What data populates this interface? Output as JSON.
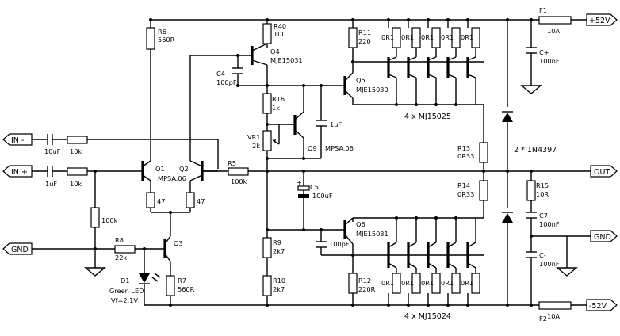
{
  "rails": {
    "pos": "+52V",
    "neg": "-52V"
  },
  "io": {
    "in_minus": "IN -",
    "in_plus": "IN +",
    "gnd_left": "GND",
    "out": "OUT",
    "gnd_right": "GND"
  },
  "parts": {
    "r6": {
      "ref": "R6",
      "val": "560R"
    },
    "r40": {
      "ref": "R40",
      "val": "100"
    },
    "q4": {
      "ref": "Q4",
      "val": "MJE15031"
    },
    "c4": {
      "ref": "C4",
      "val": "100pF"
    },
    "r16": {
      "ref": "R16",
      "val": "1k"
    },
    "vr1": {
      "ref": "VR1",
      "val": "2k"
    },
    "q9": {
      "ref": "Q9",
      "val": "MPSA.06"
    },
    "c9": {
      "val": "1uF"
    },
    "r11": {
      "ref": "R11",
      "val": "220"
    },
    "q5": {
      "ref": "Q5",
      "val": "MJE15030"
    },
    "f1": {
      "ref": "F1",
      "val": "10A"
    },
    "cpos": {
      "ref": "C+",
      "val": "100nF"
    },
    "out_upper": {
      "label": "4 x MJ15025"
    },
    "out_lower": {
      "label": "4 x MJ15024"
    },
    "emitter": {
      "val": "0R1"
    },
    "r13": {
      "ref": "R13",
      "val": "0R33"
    },
    "r14": {
      "ref": "R14",
      "val": "0R33"
    },
    "diodes": {
      "label": "2 * 1N4397"
    },
    "cin1": {
      "val": "10uF"
    },
    "rin1": {
      "val": "10k"
    },
    "cin2": {
      "val": "1uF"
    },
    "rin2": {
      "val": "10k"
    },
    "q1": {
      "ref": "Q1"
    },
    "q2": {
      "ref": "Q2"
    },
    "qpair": {
      "val": "MPSA.06"
    },
    "r_e1": {
      "val": "47"
    },
    "r_e2": {
      "val": "47"
    },
    "r5": {
      "ref": "R5",
      "val": "100k"
    },
    "c5": {
      "ref": "C5",
      "val": "100uF"
    },
    "r15": {
      "ref": "R15",
      "val": "10R"
    },
    "c7": {
      "ref": "C7",
      "val": "100nF"
    },
    "cneg": {
      "ref": "C-",
      "val": "100nF"
    },
    "r100k": {
      "val": "100k"
    },
    "r8": {
      "ref": "R8",
      "val": "22k"
    },
    "q3": {
      "ref": "Q3"
    },
    "d1": {
      "ref": "D1",
      "name": "Green LED",
      "vf": "Vf=2,1V"
    },
    "r7": {
      "ref": "R7",
      "val": "560R"
    },
    "r9": {
      "ref": "R9",
      "val": "2k7"
    },
    "r10": {
      "ref": "R10",
      "val": "2k7"
    },
    "q6": {
      "ref": "Q6",
      "val": "MJE15031"
    },
    "c6": {
      "val": "100pF"
    },
    "r12": {
      "ref": "R12",
      "val": "220R"
    },
    "f2": {
      "ref": "F2",
      "val": "10A"
    }
  }
}
